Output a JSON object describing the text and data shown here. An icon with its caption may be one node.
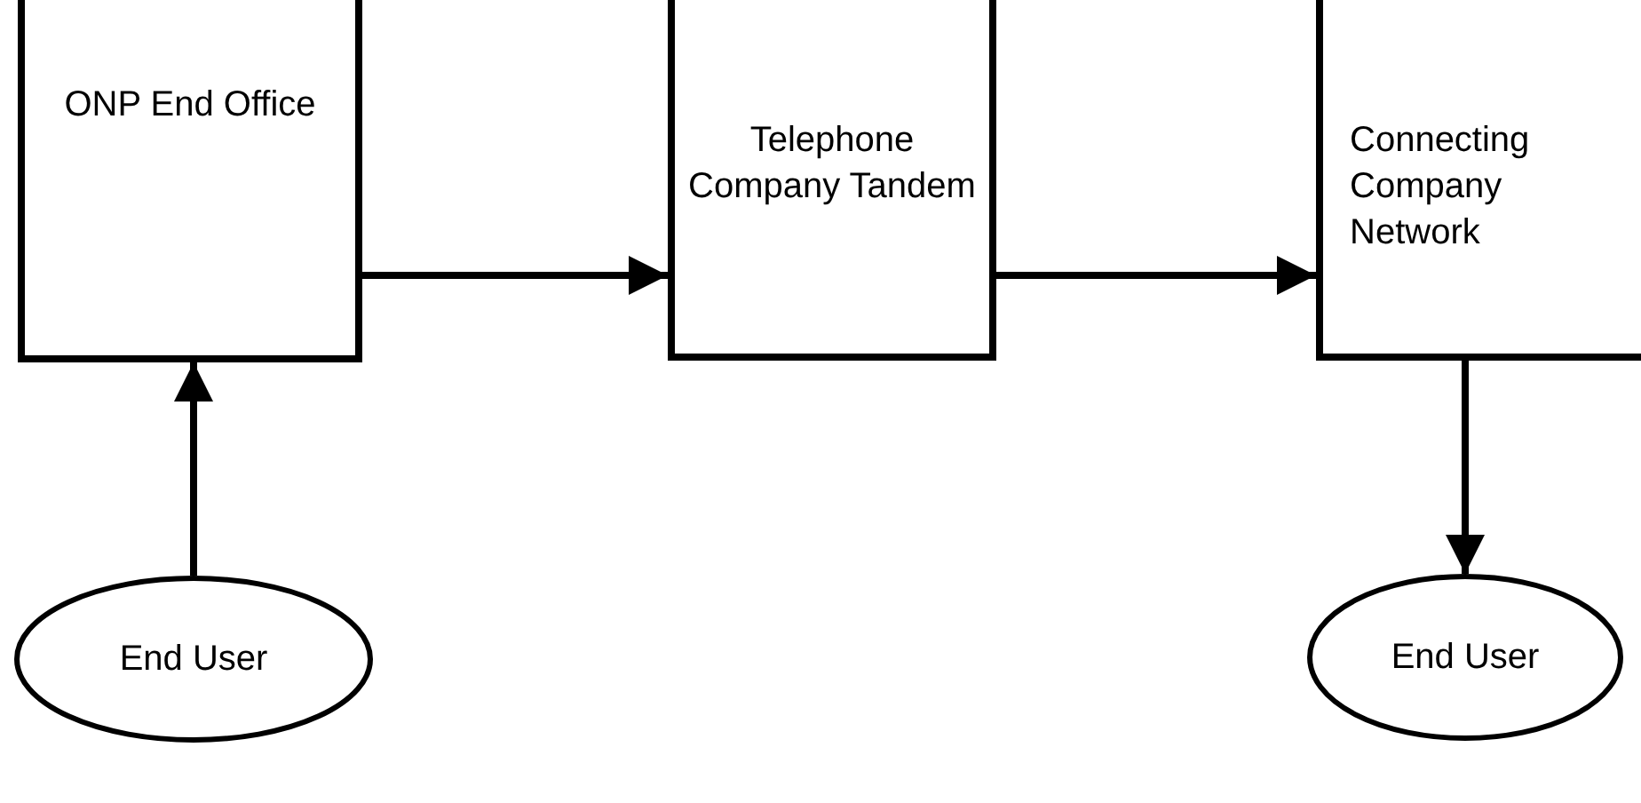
{
  "diagram": {
    "nodes": [
      {
        "text": [
          "ONP End Office"
        ]
      },
      {
        "text": [
          "Telephone Company Tandem"
        ]
      },
      {
        "text": [
          "Connecting Company Network"
        ]
      },
      {
        "text": [
          "End User"
        ]
      },
      {
        "text": [
          "End User"
        ]
      }
    ],
    "edges": [
      {
        "from": 3,
        "to": 0,
        "arrow": "to"
      },
      {
        "from": 0,
        "to": 1,
        "arrow": "to"
      },
      {
        "from": 1,
        "to": 2,
        "arrow": "to"
      },
      {
        "from": 2,
        "to": 4,
        "arrow": "to"
      }
    ]
  }
}
